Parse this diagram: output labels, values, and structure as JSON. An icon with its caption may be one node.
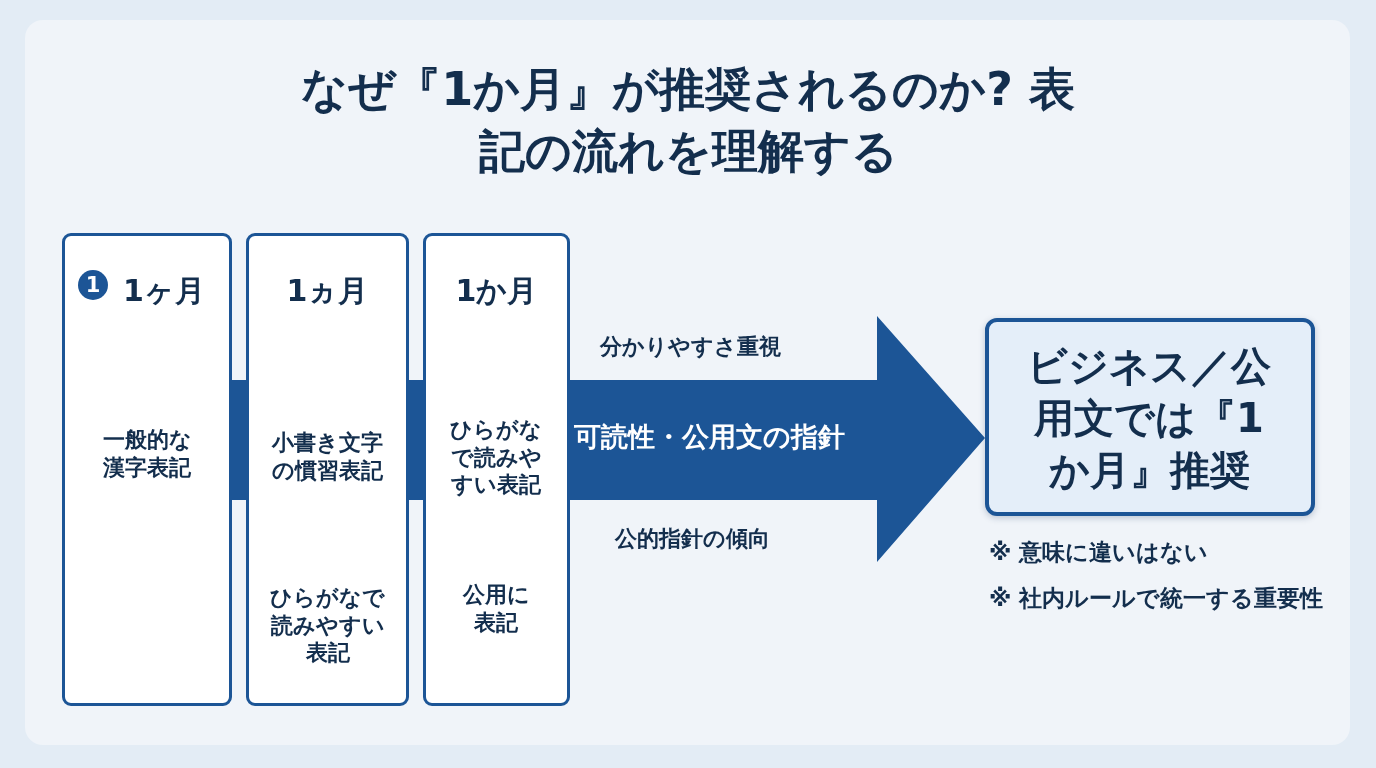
{
  "diagram": {
    "title": "なぜ『1か月』が推奨されるのか? 表記の流れを理解する",
    "nodes": [
      {
        "text": [
          "1ヶ月",
          "一般的な漢字表記"
        ]
      },
      {
        "text": [
          "1"
        ],
        "in": 0
      },
      {
        "text": [
          "1ヵ月",
          "小書き文字の慣習表記",
          "ひらがなで読みやすい表記"
        ]
      },
      {
        "text": [
          "1か月",
          "ひらがなで読みやすい表記",
          "公用に表記"
        ]
      },
      {
        "text": [
          "ビジネス／公用文では『1か月』推奨"
        ],
        "beside": [
          "※ 意味に違いはない",
          "※ 社内ルールで統一する重要性"
        ]
      }
    ],
    "edges": [
      {
        "from": 0,
        "to": 2,
        "arrow": "none"
      },
      {
        "from": 2,
        "to": 3,
        "arrow": "none"
      },
      {
        "from": 3,
        "to": 4,
        "arrow": "to",
        "style": "thick",
        "label": "可読性・公用文の指針"
      }
    ],
    "labels": [
      "分かりやすさ重視",
      "公的指針の傾向"
    ]
  }
}
